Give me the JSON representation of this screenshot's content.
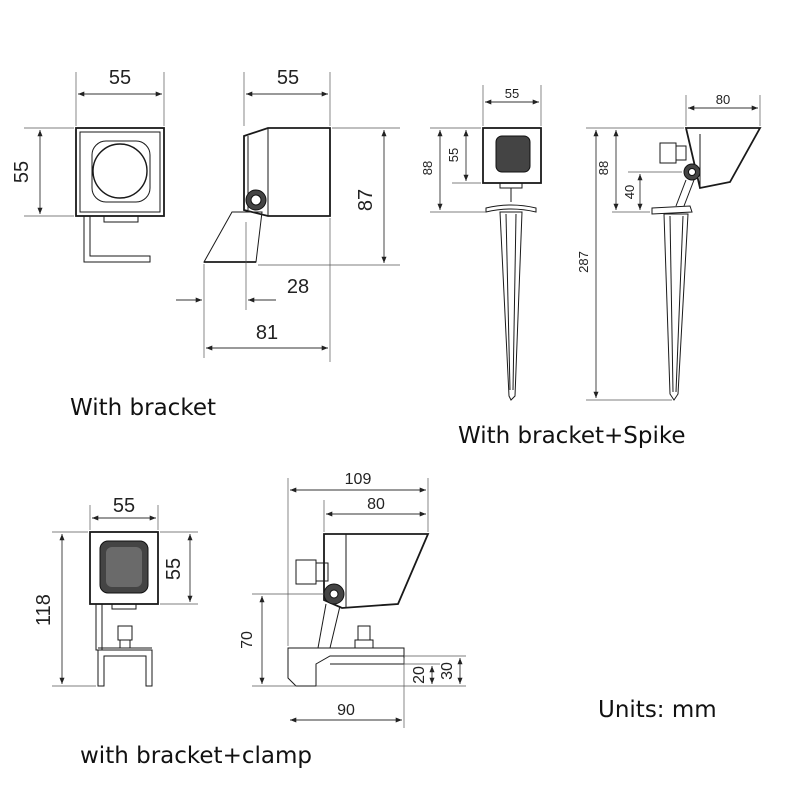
{
  "captions": {
    "bracket": "With bracket",
    "spike": "With bracket+Spike",
    "clamp": "with bracket+clamp",
    "units": "Units: mm"
  },
  "dimensions": {
    "bracket_front_width": "55",
    "bracket_front_height": "55",
    "bracket_side_width": "55",
    "bracket_side_height": "87",
    "bracket_side_offset": "28",
    "bracket_side_length": "81",
    "spike_front_width": "55",
    "spike_front_height_total": "88",
    "spike_front_height": "55",
    "spike_side_width": "80",
    "spike_side_height": "88",
    "spike_side_pivot": "40",
    "spike_side_total": "287",
    "clamp_front_width": "55",
    "clamp_front_height": "55",
    "clamp_front_total": "118",
    "clamp_side_total_width": "109",
    "clamp_side_width": "80",
    "clamp_side_height": "70",
    "clamp_side_base": "90",
    "clamp_side_jaw": "20",
    "clamp_side_depth": "30"
  }
}
